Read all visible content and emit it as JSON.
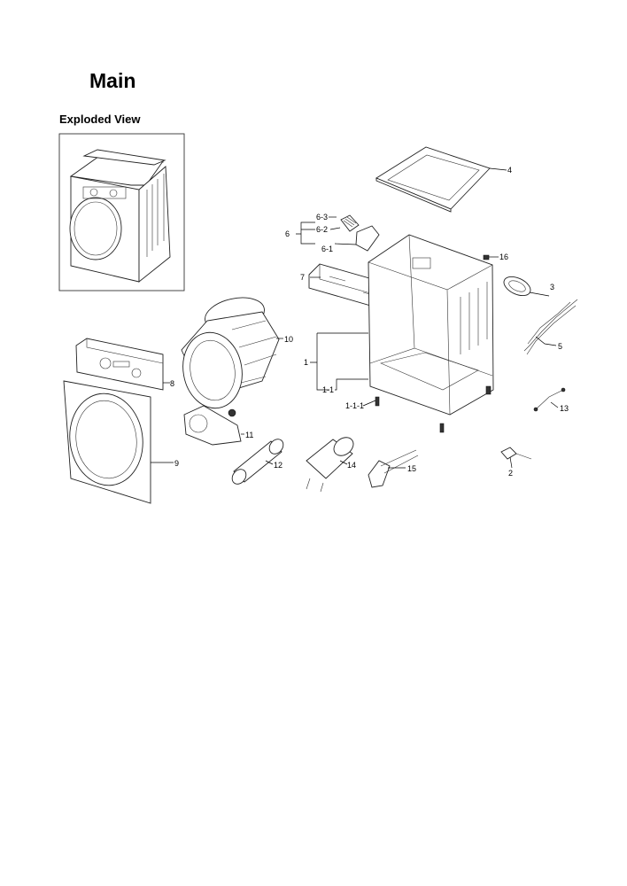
{
  "page": {
    "title": "Main",
    "subtitle": "Exploded View"
  },
  "callouts": {
    "c1": "1",
    "c1_1": "1-1",
    "c1_1_1": "1-1-1",
    "c2": "2",
    "c3": "3",
    "c4": "4",
    "c5": "5",
    "c6": "6",
    "c6_1": "6-1",
    "c6_2": "6-2",
    "c6_3": "6-3",
    "c7": "7",
    "c8": "8",
    "c9": "9",
    "c10": "10",
    "c11": "11",
    "c12": "12",
    "c13": "13",
    "c14": "14",
    "c15": "15",
    "c16": "16"
  }
}
